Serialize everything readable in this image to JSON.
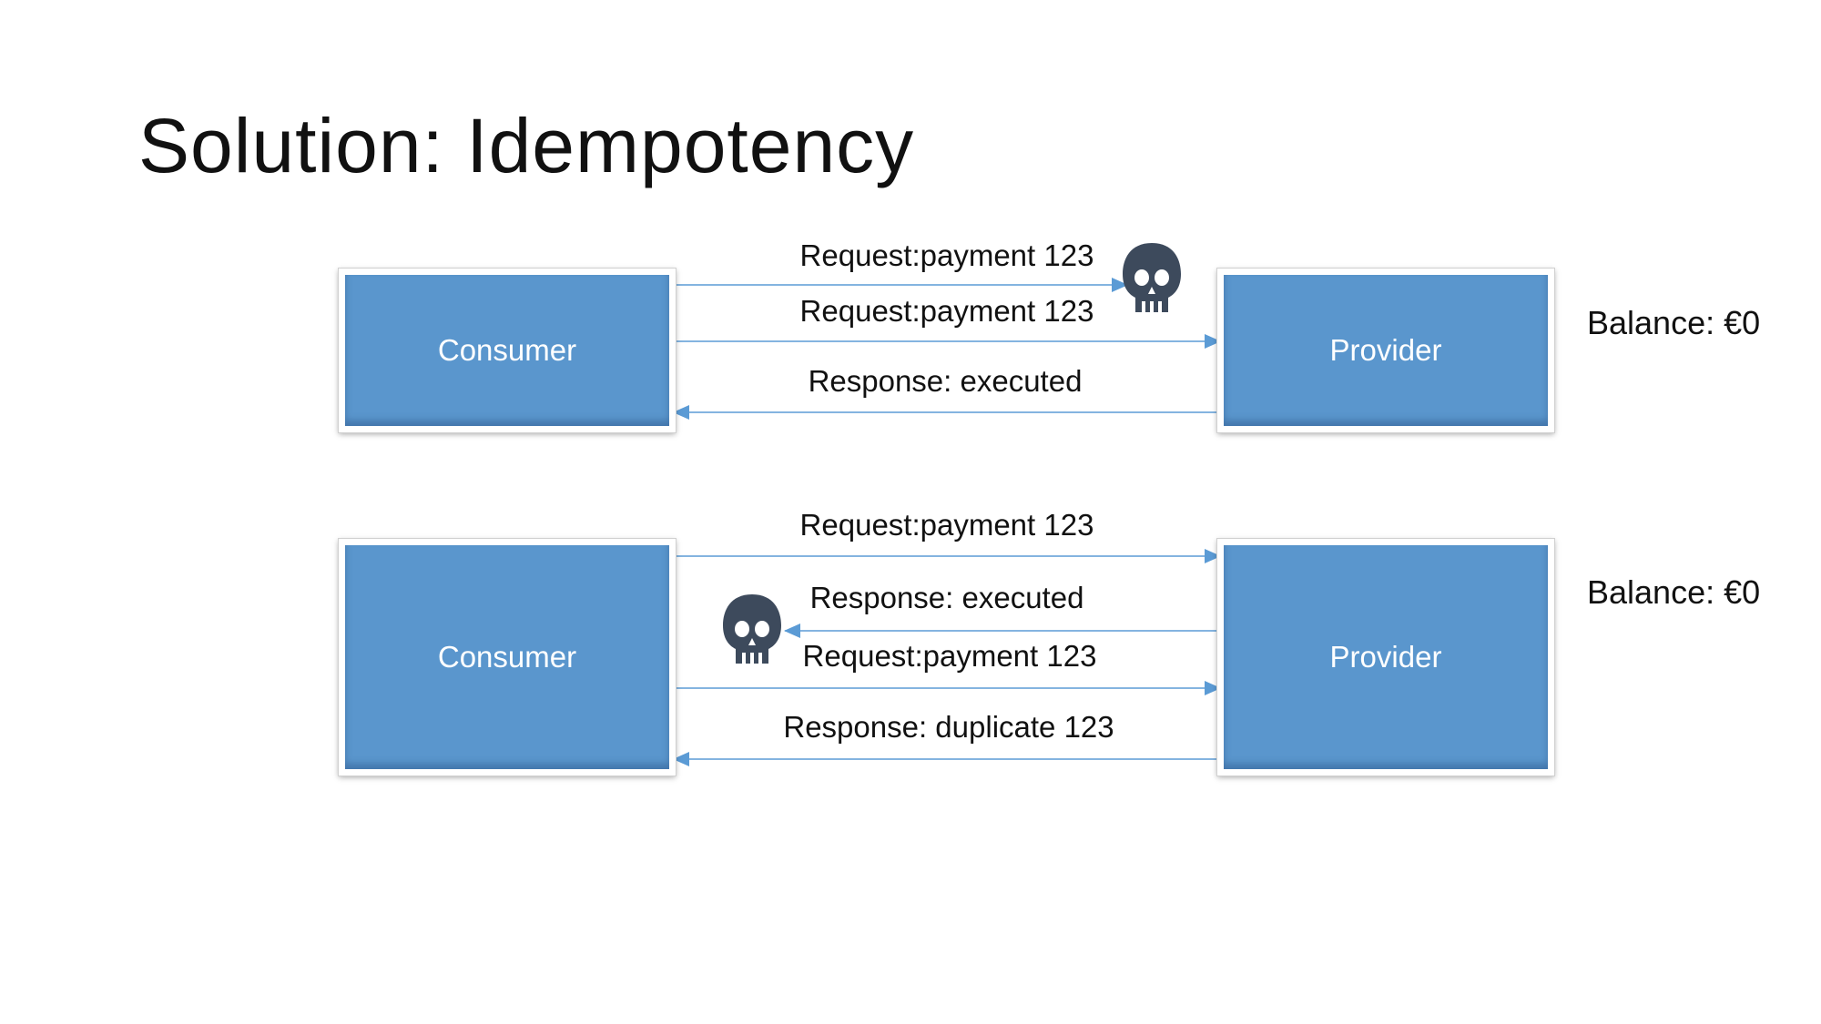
{
  "title": "Solution: Idempotency",
  "scenario_1": {
    "consumer_label": "Consumer",
    "provider_label": "Provider",
    "balance": "Balance: €0",
    "messages": [
      "Request:payment 123",
      "Request:payment 123",
      "Response: executed"
    ],
    "lost_icon": "skull-icon"
  },
  "scenario_2": {
    "consumer_label": "Consumer",
    "provider_label": "Provider",
    "balance": "Balance: €0",
    "messages": [
      "Request:payment 123",
      "Response: executed",
      "Request:payment 123",
      "Response: duplicate 123"
    ],
    "lost_icon": "skull-icon"
  },
  "colors": {
    "box_fill": "#5a96cd",
    "arrow": "#5b9bd5",
    "skull": "#3d4a5c"
  }
}
